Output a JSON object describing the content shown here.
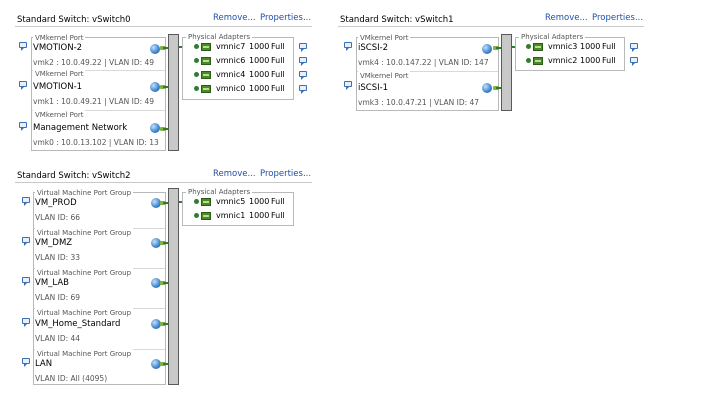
{
  "common": {
    "remove": "Remove...",
    "properties": "Properties...",
    "physical_adapters": "Physical Adapters"
  },
  "switches": [
    {
      "title": "Standard Switch: vSwitch0",
      "ports": [
        {
          "type": "VMkernel Port",
          "name": "VMOTION-2",
          "info": "vmk2 : 10.0.49.22 | VLAN ID: 49"
        },
        {
          "type": "VMkernel Port",
          "name": "VMOTION-1",
          "info": "vmk1 : 10.0.49.21 | VLAN ID: 49"
        },
        {
          "type": "VMkernel Port",
          "name": "Management Network",
          "info": "vmk0 : 10.0.13.102 | VLAN ID: 13"
        }
      ],
      "adapters": [
        {
          "name": "vmnic7",
          "speed": "1000",
          "duplex": "Full"
        },
        {
          "name": "vmnic6",
          "speed": "1000",
          "duplex": "Full"
        },
        {
          "name": "vmnic4",
          "speed": "1000",
          "duplex": "Full"
        },
        {
          "name": "vmnic0",
          "speed": "1000",
          "duplex": "Full"
        }
      ]
    },
    {
      "title": "Standard Switch: vSwitch1",
      "ports": [
        {
          "type": "VMkernel Port",
          "name": "iSCSI-2",
          "info": "vmk4 : 10.0.147.22 | VLAN ID: 147"
        },
        {
          "type": "VMkernel Port",
          "name": "iSCSI-1",
          "info": "vmk3 : 10.0.47.21 | VLAN ID: 47"
        }
      ],
      "adapters": [
        {
          "name": "vmnic3",
          "speed": "1000",
          "duplex": "Full"
        },
        {
          "name": "vmnic2",
          "speed": "1000",
          "duplex": "Full"
        }
      ]
    },
    {
      "title": "Standard Switch: vSwitch2",
      "ports": [
        {
          "type": "Virtual Machine Port Group",
          "name": "VM_PROD",
          "info": "VLAN ID: 66"
        },
        {
          "type": "Virtual Machine Port Group",
          "name": "VM_DMZ",
          "info": "VLAN ID: 33"
        },
        {
          "type": "Virtual Machine Port Group",
          "name": "VM_LAB",
          "info": "VLAN ID: 69"
        },
        {
          "type": "Virtual Machine Port Group",
          "name": "VM_Home_Standard",
          "info": "VLAN ID: 44"
        },
        {
          "type": "Virtual Machine Port Group",
          "name": "LAN",
          "info": "VLAN ID: All (4095)"
        }
      ],
      "adapters": [
        {
          "name": "vmnic5",
          "speed": "1000",
          "duplex": "Full"
        },
        {
          "name": "vmnic1",
          "speed": "1000",
          "duplex": "Full"
        }
      ]
    }
  ],
  "icons": {
    "info": "speech-bubble-icon",
    "port": "globe-network-icon",
    "adapter": "network-card-icon"
  },
  "colors": {
    "link": "#1f4fa8",
    "wire": "#2f7d2f",
    "switch_bar": "#c8c8c8"
  }
}
